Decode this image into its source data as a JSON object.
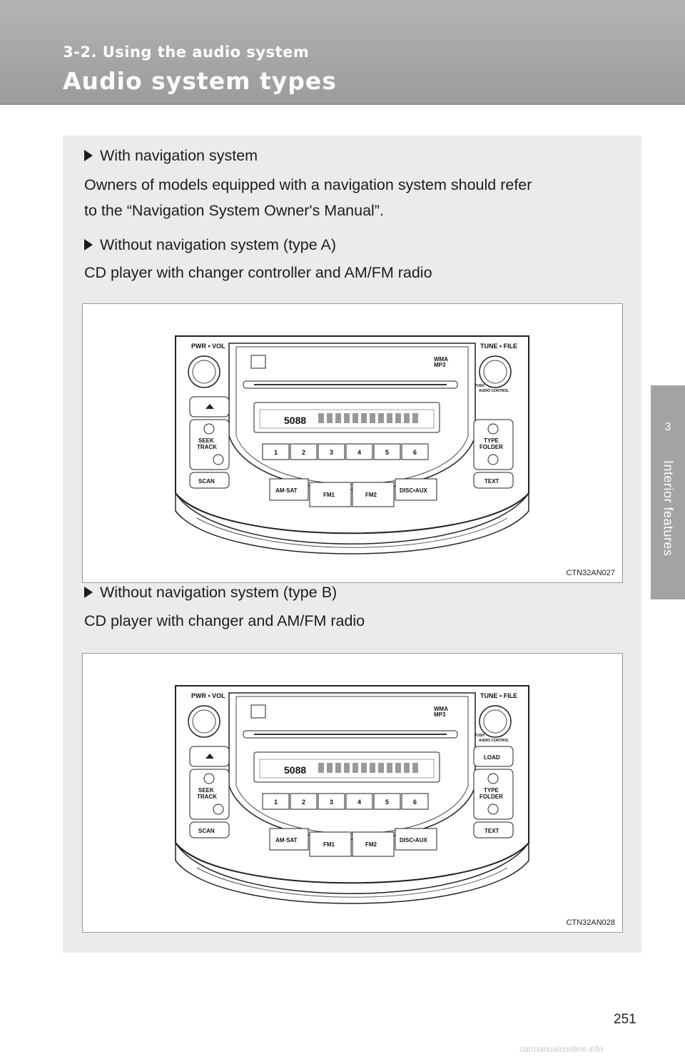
{
  "header": {
    "section_label": "3-2. Using the audio system",
    "page_heading": "Audio system types"
  },
  "side_tab": {
    "chapter_number": "3",
    "chapter_label": "Interior features"
  },
  "content": {
    "nav_heading": "With navigation system",
    "nav_text_line1": "Owners of models equipped with a navigation system should refer",
    "nav_text_line2": "to the “Navigation System Owner's Manual”.",
    "type_a_heading": "Without navigation system (type A)",
    "type_a_text": "CD player with changer controller and AM/FM radio",
    "type_b_heading": "Without navigation system (type B)",
    "type_b_text": "CD player with changer and AM/FM radio"
  },
  "figures": {
    "type_a": {
      "code": "CTN32AN027",
      "labels": {
        "pwr_vol": "PWR • VOL",
        "tune_file": "TUNE • FILE",
        "push": "PUSH",
        "audio_control": "AUDIO CONTROL",
        "seek": "SEEK",
        "track": "TRACK",
        "type": "TYPE",
        "folder": "FOLDER",
        "scan": "SCAN",
        "text": "TEXT",
        "am_sat": "AM·SAT",
        "fm1": "FM1",
        "fm2": "FM2",
        "disc_aux": "DISC•AUX",
        "presets": [
          "1",
          "2",
          "3",
          "4",
          "5",
          "6"
        ],
        "wma": "WMA",
        "mp3": "MP3"
      }
    },
    "type_b": {
      "code": "CTN32AN028",
      "labels": {
        "pwr_vol": "PWR • VOL",
        "tune_file": "TUNE • FILE",
        "push": "PUSH",
        "audio_control": "AUDIO CONTROL",
        "load": "LOAD",
        "seek": "SEEK",
        "track": "TRACK",
        "type": "TYPE",
        "folder": "FOLDER",
        "scan": "SCAN",
        "text": "TEXT",
        "am_sat": "AM·SAT",
        "fm1": "FM1",
        "fm2": "FM2",
        "disc_aux": "DISC•AUX",
        "presets": [
          "1",
          "2",
          "3",
          "4",
          "5",
          "6"
        ],
        "wma": "WMA",
        "mp3": "MP3"
      }
    }
  },
  "page_number": "251",
  "watermark": "carmanualsonline.info"
}
